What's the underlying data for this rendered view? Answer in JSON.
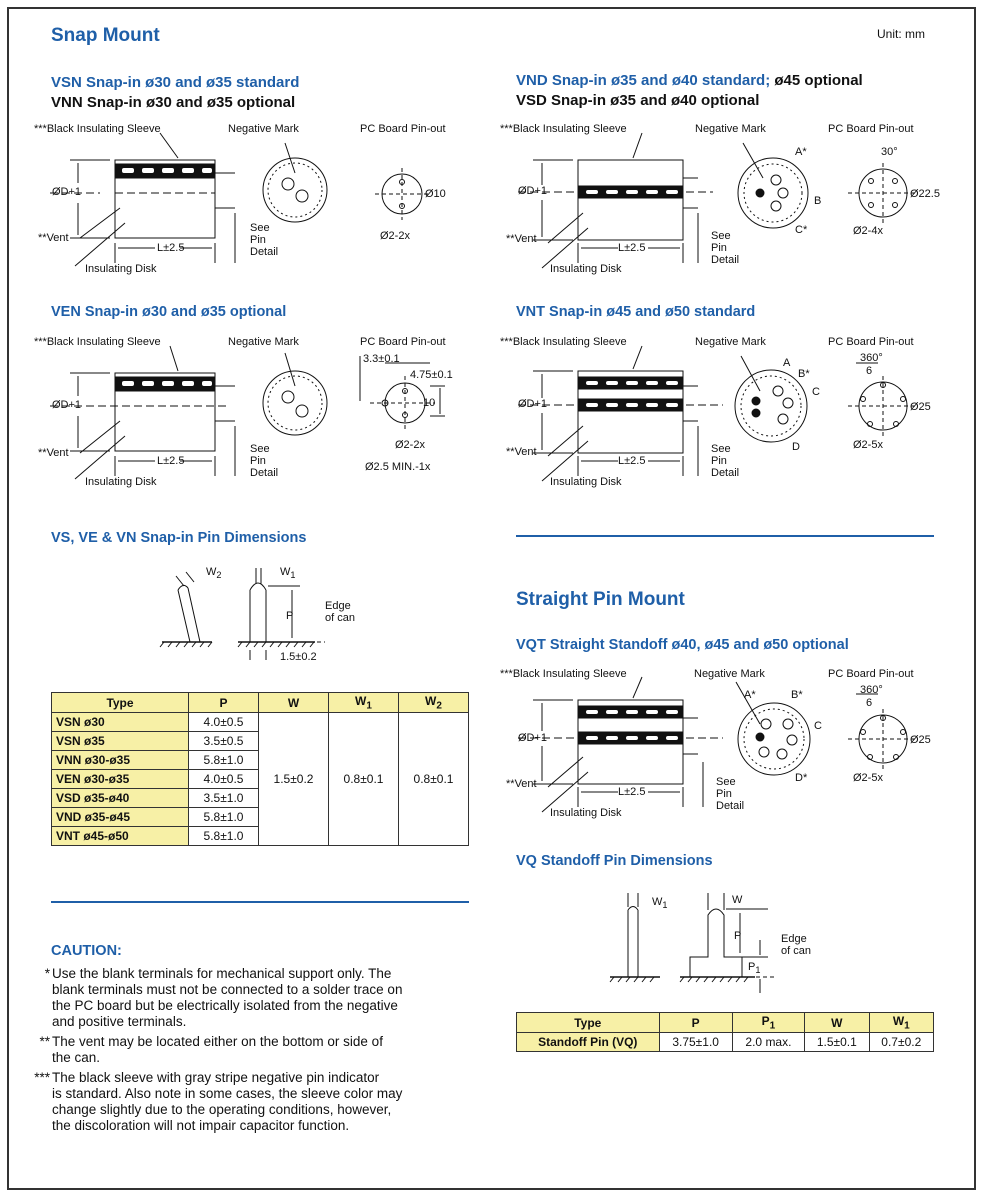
{
  "page": {
    "title": "Snap Mount",
    "unit": "Unit: mm",
    "straight_title": "Straight Pin Mount"
  },
  "diagrams": {
    "vsn": {
      "line1": "VSN Snap-in  ø30 and ø35 standard",
      "line2": "VNN Snap-in  ø30 and ø35 optional",
      "sleeve": "Black Insulating Sleeve",
      "neg": "Negative Mark",
      "pcb": "PC Board Pin-out",
      "vent": "Vent",
      "disk": "Insulating Disk",
      "d": "ØD+1",
      "l": "L±2.5",
      "see": "See",
      "pin": "Pin",
      "detail": "Detail",
      "p1": "Ø10",
      "p2": "Ø2-2x"
    },
    "vnd": {
      "line1a": "VND Snap-in  ø35 and ø40 standard;",
      "line1b": " ø45 optional",
      "line2": "VSD Snap-in  ø35 and ø40 optional",
      "sleeve": "Black Insulating Sleeve",
      "neg": "Negative Mark",
      "pcb": "PC Board Pin-out",
      "vent": "Vent",
      "disk": "Insulating Disk",
      "d": "ØD+1",
      "l": "L±2.5",
      "see": "See",
      "pin": "Pin",
      "detail": "Detail",
      "a": "A*",
      "b": "B",
      "c": "C*",
      "p1": "30°",
      "p2": "Ø22.5",
      "p3": "Ø2-4x"
    },
    "ven": {
      "line1": "VEN Snap-in  ø30 and ø35 optional",
      "sleeve": "Black Insulating Sleeve",
      "neg": "Negative Mark",
      "pcb": "PC Board Pin-out",
      "vent": "Vent",
      "disk": "Insulating Disk",
      "d": "ØD+1",
      "l": "L±2.5",
      "see": "See",
      "pin": "Pin",
      "detail": "Detail",
      "p1": "3.3±0.1",
      "p2": "4.75±0.1",
      "p3": "10",
      "p4": "Ø2-2x",
      "p5": "Ø2.5 MIN.-1x"
    },
    "vnt": {
      "line1": "VNT Snap-in  ø45 and ø50 standard",
      "sleeve": "Black Insulating Sleeve",
      "neg": "Negative Mark",
      "pcb": "PC Board Pin-out",
      "vent": "Vent",
      "disk": "Insulating Disk",
      "d": "ØD+1",
      "l": "L±2.5",
      "see": "See",
      "pin": "Pin",
      "detail": "Detail",
      "a": "A",
      "b": "B*",
      "c": "C",
      "dd": "D",
      "p1": "360°",
      "p1b": "6",
      "p2": "Ø25",
      "p3": "Ø2-5x"
    },
    "vqt": {
      "line1": "VQT Straight Standoff  ø40, ø45 and ø50 optional",
      "sleeve": "Black Insulating Sleeve",
      "neg": "Negative Mark",
      "pcb": "PC Board Pin-out",
      "vent": "Vent",
      "disk": "Insulating Disk",
      "d": "ØD+1",
      "l": "L±2.5",
      "see": "See",
      "pin": "Pin",
      "detail": "Detail",
      "a": "A*",
      "b": "B*",
      "c": "C",
      "dd": "D*",
      "p1": "360°",
      "p1b": "6",
      "p2": "Ø25",
      "p3": "Ø2-5x"
    }
  },
  "snap_pins": {
    "title": "VS, VE & VN Snap-in Pin Dimensions",
    "w2": "W2",
    "w1": "W1",
    "p": "P",
    "w": "1.5±0.2",
    "edge1": "Edge",
    "edge2": "of can",
    "headers": [
      "Type",
      "P",
      "W",
      "W1",
      "W2"
    ],
    "rows": [
      {
        "type": "VSN   ø30",
        "p": "4.0±0.5"
      },
      {
        "type": "VSN   ø35",
        "p": "3.5±0.5"
      },
      {
        "type": "VNN  ø30-ø35",
        "p": "5.8±1.0"
      },
      {
        "type": "VEN  ø30-ø35",
        "p": "4.0±0.5"
      },
      {
        "type": "VSD  ø35-ø40",
        "p": "3.5±1.0"
      },
      {
        "type": "VND  ø35-ø45",
        "p": "5.8±1.0"
      },
      {
        "type": "VNT  ø45-ø50",
        "p": "5.8±1.0"
      }
    ],
    "w1v": "0.8±0.1",
    "w2v": "0.8±0.1"
  },
  "vq_pins": {
    "title": "VQ Standoff Pin Dimensions",
    "w1": "W1",
    "w": "W",
    "p": "P",
    "p1": "P1",
    "edge1": "Edge",
    "edge2": "of can",
    "headers": [
      "Type",
      "P",
      "P1",
      "W",
      "W1"
    ],
    "row": {
      "type": "Standoff Pin (VQ)",
      "p": "3.75±1.0",
      "p1": "2.0 max.",
      "w": "1.5±0.1",
      "w1": "0.7±0.2"
    }
  },
  "caution": {
    "title": "CAUTION:",
    "notes": [
      {
        "mark": "*",
        "lines": [
          "Use the blank terminals for mechanical support only. The",
          "blank terminals must not be connected to a solder trace on",
          "the PC board but be electrically isolated from the negative",
          "and positive terminals."
        ]
      },
      {
        "mark": "**",
        "lines": [
          "The vent may be located either on the bottom or side of",
          "the can."
        ]
      },
      {
        "mark": "***",
        "lines": [
          "The black sleeve with gray stripe negative pin indicator",
          "is standard. Also note in some cases, the sleeve color may",
          "change slightly due to the operating conditions, however,",
          "the discoloration will not impair capacitor function."
        ]
      }
    ]
  },
  "colors": {
    "accent": "#1f5fa8",
    "table_header": "#f7f0a6"
  }
}
